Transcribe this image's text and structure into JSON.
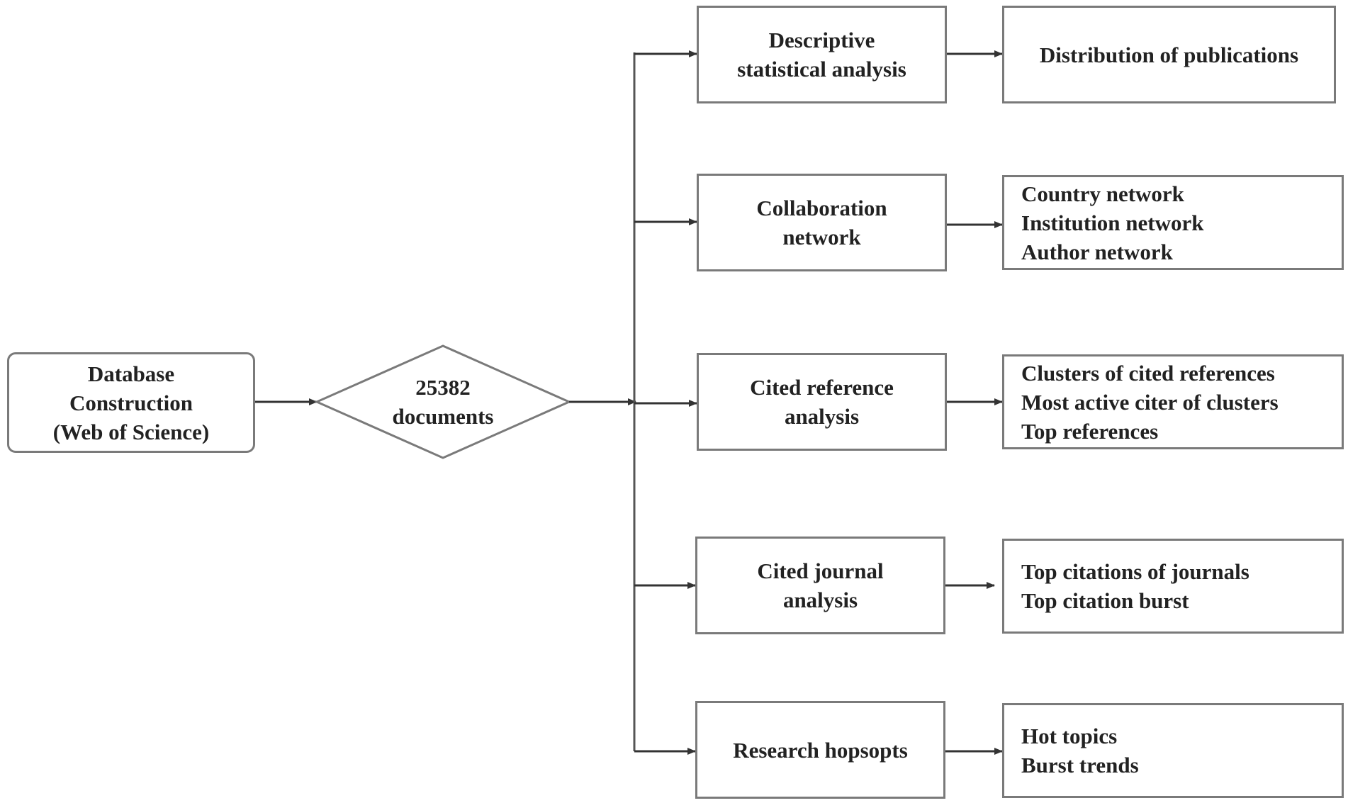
{
  "source": {
    "lines": [
      "Database",
      "Construction",
      "(Web of Science)"
    ]
  },
  "decision": {
    "lines": [
      "25382",
      "documents"
    ]
  },
  "analyses": [
    {
      "title": [
        "Descriptive",
        "statistical analysis"
      ],
      "outputs": [
        "Distribution of publications"
      ]
    },
    {
      "title": [
        "Collaboration",
        "network"
      ],
      "outputs": [
        "Country network",
        "Institution network",
        "Author network"
      ]
    },
    {
      "title": [
        "Cited reference",
        "analysis"
      ],
      "outputs": [
        "Clusters of cited references",
        "Most active citer of clusters",
        "Top references"
      ]
    },
    {
      "title": [
        "Cited journal",
        "analysis"
      ],
      "outputs": [
        "Top citations of journals",
        "Top citation burst"
      ]
    },
    {
      "title": [
        "Research hopsopts"
      ],
      "outputs": [
        "Hot topics",
        "Burst trends"
      ]
    }
  ]
}
